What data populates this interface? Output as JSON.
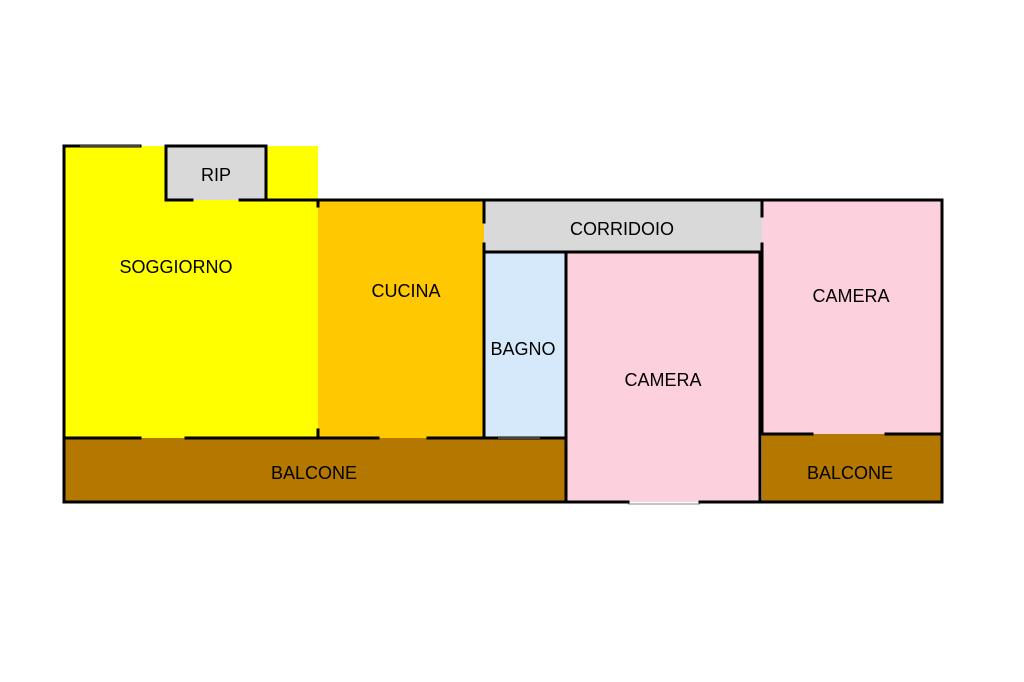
{
  "colors": {
    "soggiorno": "#ffff00",
    "cucina": "#ffc800",
    "ripostiglio": "#d9d9d9",
    "corridoio": "#d9d9d9",
    "bagno": "#d6e9fb",
    "camera": "#fcd0dc",
    "balcone": "#b47800",
    "wall": "#000000"
  },
  "rooms": {
    "ripostiglio": "RIP",
    "soggiorno": "SOGGIORNO",
    "cucina": "CUCINA",
    "corridoio": "CORRIDOIO",
    "bagno": "BAGNO",
    "camera_center": "CAMERA",
    "camera_right": "CAMERA",
    "balcone_main": "BALCONE",
    "balcone_right": "BALCONE"
  }
}
